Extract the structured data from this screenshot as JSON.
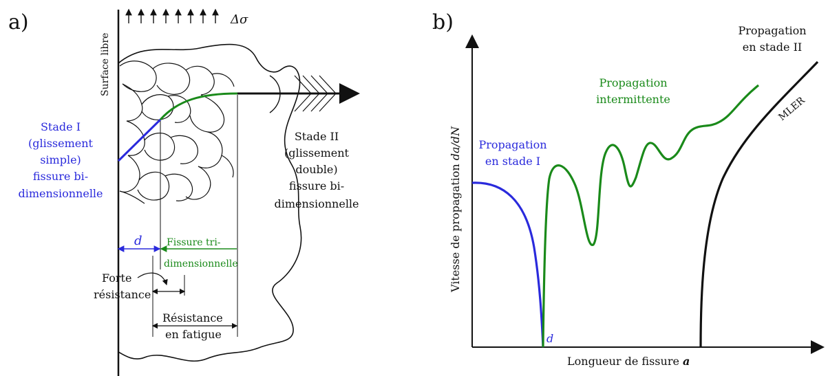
{
  "panel_a": {
    "letter": "a)",
    "surface_label": "Surface libre",
    "stress_label": "Δσ",
    "stage1": {
      "line1": "Stade I",
      "line2": "(glissement",
      "line3": "simple)",
      "line4": "fissure bi-",
      "line5": "dimensionnelle"
    },
    "stage2": {
      "line1": "Stade II",
      "line2": "(glissement",
      "line3": "double)",
      "line4": "fissure bi-",
      "line5": "dimensionnelle"
    },
    "d_label": "d",
    "tri_label_1": "Fissure tri-",
    "tri_label_2": "dimensionnelle",
    "forte_1": "Forte",
    "forte_2": "résistance",
    "fatigue_1": "Résistance",
    "fatigue_2": "en fatigue",
    "colors": {
      "stage1": "#2a2adc",
      "tri": "#1a8a1a",
      "stage2": "#111111"
    }
  },
  "panel_b": {
    "letter": "b)",
    "ylabel": "Vitesse de propagation da/dN",
    "ylabel_prefix": "Vitesse de propagation ",
    "ylabel_var": "da/dN",
    "xlabel_prefix": "Longueur de fissure ",
    "xlabel_var": "a",
    "stage1_1": "Propagation",
    "stage1_2": "en stade I",
    "intermittent_1": "Propagation",
    "intermittent_2": "intermittente",
    "stage2_1": "Propagation",
    "stage2_2": "en stade II",
    "mler": "MLER",
    "d_label": "d"
  }
}
